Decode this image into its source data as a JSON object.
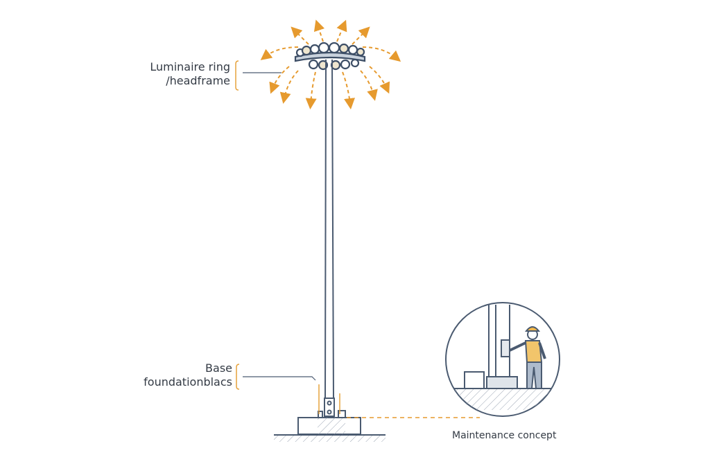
{
  "diagram": {
    "labels": {
      "luminaire_line1": "Luminaire ring",
      "luminaire_line2": "/headframe",
      "base_line1": "Base",
      "base_line2": "foundationblacs",
      "maintenance": "Maintenance concept"
    },
    "colors": {
      "stroke": "#4a5a70",
      "accent": "#e6a23c",
      "fill_light": "#dfe4ea",
      "vest": "#f2c56b",
      "hatch": "#9aa4b2"
    }
  }
}
